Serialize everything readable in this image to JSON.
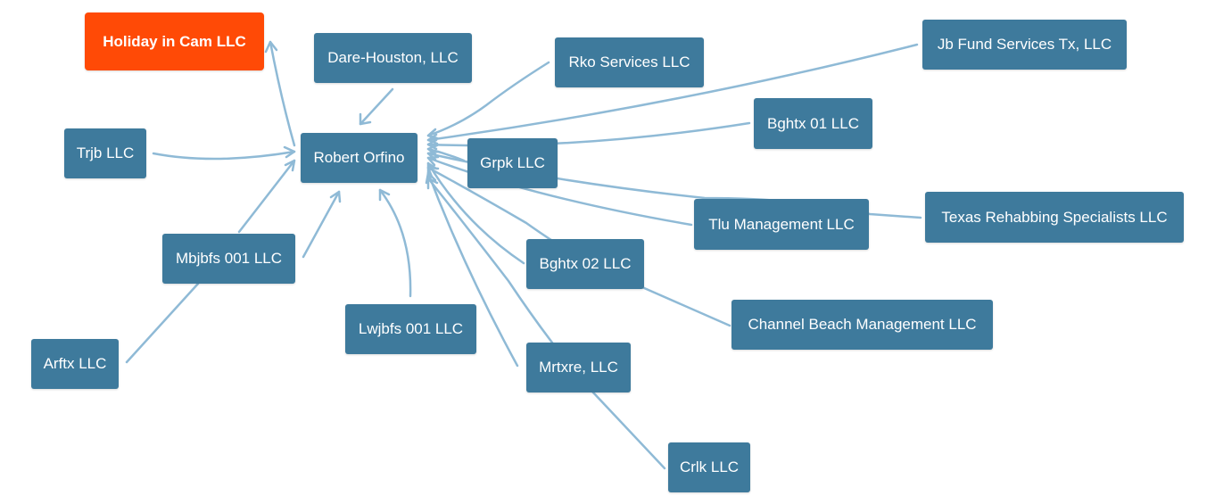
{
  "colors": {
    "node": "#3e7a9c",
    "highlight": "#ff4a06",
    "edge": "#8fbad6",
    "text": "#ffffff"
  },
  "nodes": {
    "holiday": {
      "label": "Holiday in Cam LLC",
      "highlighted": true
    },
    "dare": {
      "label": "Dare-Houston, LLC"
    },
    "rko": {
      "label": "Rko Services LLC"
    },
    "jbfund": {
      "label": "Jb Fund Services Tx, LLC"
    },
    "trjb": {
      "label": "Trjb LLC"
    },
    "robert": {
      "label": "Robert Orfino"
    },
    "grpk": {
      "label": "Grpk LLC"
    },
    "bghtx01": {
      "label": "Bghtx 01 LLC"
    },
    "tlu": {
      "label": "Tlu Management LLC"
    },
    "texas": {
      "label": "Texas Rehabbing Specialists LLC"
    },
    "mbjbfs": {
      "label": "Mbjbfs 001 LLC"
    },
    "bghtx02": {
      "label": "Bghtx 02 LLC"
    },
    "lwjbfs": {
      "label": "Lwjbfs 001 LLC"
    },
    "channel": {
      "label": "Channel Beach Management LLC"
    },
    "arftx": {
      "label": "Arftx LLC"
    },
    "mrtxre": {
      "label": "Mrtxre, LLC"
    },
    "crlk": {
      "label": "Crlk LLC"
    }
  },
  "edges": [
    {
      "from": "dare",
      "to": "robert",
      "directed": true
    },
    {
      "from": "rko",
      "to": "robert",
      "directed": true
    },
    {
      "from": "jbfund",
      "to": "robert",
      "directed": true
    },
    {
      "from": "bghtx01",
      "to": "robert",
      "directed": true
    },
    {
      "from": "grpk",
      "to": "robert",
      "directed": true
    },
    {
      "from": "tlu",
      "to": "robert",
      "directed": true
    },
    {
      "from": "texas",
      "to": "robert",
      "directed": true
    },
    {
      "from": "bghtx02",
      "to": "robert",
      "directed": true
    },
    {
      "from": "channel",
      "to": "robert",
      "directed": true
    },
    {
      "from": "mrtxre",
      "to": "robert",
      "directed": true
    },
    {
      "from": "crlk",
      "to": "robert",
      "directed": true
    },
    {
      "from": "lwjbfs",
      "to": "robert",
      "directed": true
    },
    {
      "from": "mbjbfs",
      "to": "robert",
      "directed": true
    },
    {
      "from": "trjb",
      "to": "robert",
      "directed": true
    },
    {
      "from": "arftx",
      "to": "robert",
      "directed": true
    },
    {
      "from": "robert",
      "to": "holiday",
      "directed": true
    }
  ]
}
